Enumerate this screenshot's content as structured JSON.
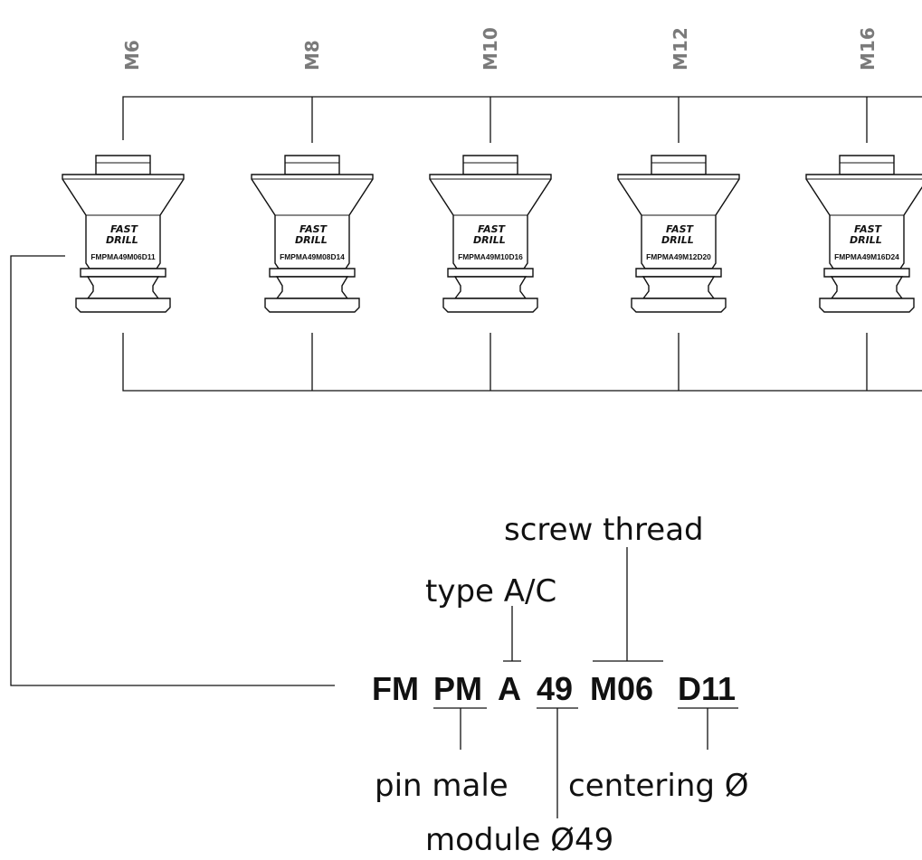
{
  "brand": {
    "logo_line1": "FAST",
    "logo_line2": "DRILL"
  },
  "sizes": [
    {
      "size": "M6",
      "model": "FMPMA49M06D11"
    },
    {
      "size": "M8",
      "model": "FMPMA49M08D14"
    },
    {
      "size": "M10",
      "model": "FMPMA49M10D16"
    },
    {
      "size": "M12",
      "model": "FMPMA49M12D20"
    },
    {
      "size": "M16",
      "model": "FMPMA49M16D24"
    }
  ],
  "code": {
    "segments": [
      "FM",
      "PM",
      "A",
      "49",
      "M06",
      "D11"
    ]
  },
  "annotations": {
    "screw_thread": "screw thread",
    "type": "type A/C",
    "pin_male": "pin male",
    "centering": "centering Ø",
    "module": "module Ø49"
  }
}
